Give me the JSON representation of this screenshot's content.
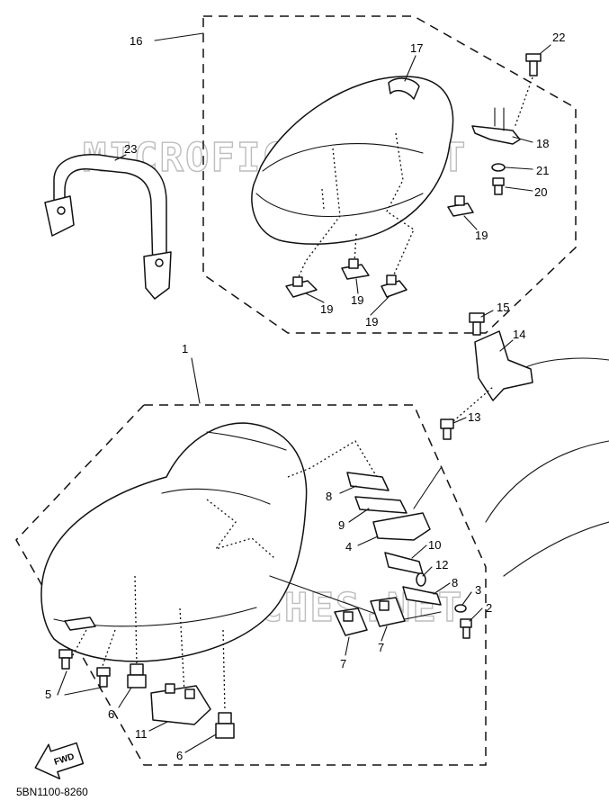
{
  "watermark": "MICROFICHES.NET",
  "diagram_code": "5BN1100-8260",
  "fwd_label": "FWD",
  "callouts": {
    "c1": "1",
    "c2": "2",
    "c3": "3",
    "c4": "4",
    "c5": "5",
    "c6a": "6",
    "c6b": "6",
    "c7a": "7",
    "c7b": "7",
    "c8a": "8",
    "c8b": "8",
    "c9": "9",
    "c10": "10",
    "c11": "11",
    "c12": "12",
    "c13": "13",
    "c14": "14",
    "c15": "15",
    "c16": "16",
    "c17": "17",
    "c18": "18",
    "c19a": "19",
    "c19b": "19",
    "c19c": "19",
    "c19d": "19",
    "c20": "20",
    "c21": "21",
    "c22": "22",
    "c23": "23"
  }
}
